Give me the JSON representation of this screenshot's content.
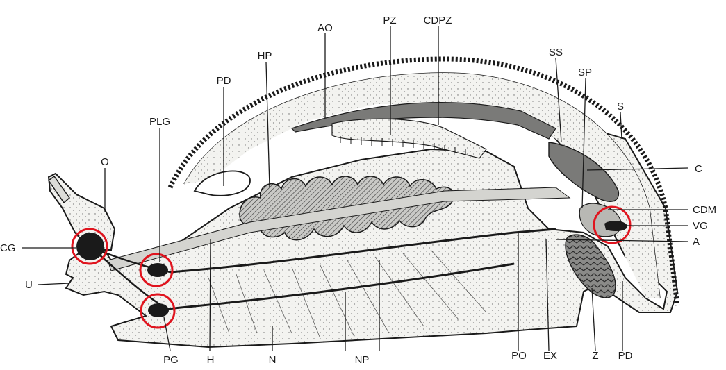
{
  "labels": {
    "AO": "AO",
    "PZ": "PZ",
    "CDPZ": "CDPZ",
    "HP": "HP",
    "SS": "SS",
    "SP": "SP",
    "PD_top": "PD",
    "S": "S",
    "PLG": "PLG",
    "O": "O",
    "C": "C",
    "CDM": "CDM",
    "VG": "VG",
    "A": "A",
    "CG": "CG",
    "U": "U",
    "PG": "PG",
    "H": "H",
    "N": "N",
    "NP": "NP",
    "PO": "PO",
    "EX": "EX",
    "Z": "Z",
    "PD_bottom": "PD"
  },
  "highlights": [
    "CG",
    "PLG",
    "PG",
    "VG"
  ],
  "colors": {
    "ink": "#1a1a1a",
    "highlight": "#e0141e",
    "fill": "#f1f1ee",
    "dots": "#6a6a6a"
  }
}
